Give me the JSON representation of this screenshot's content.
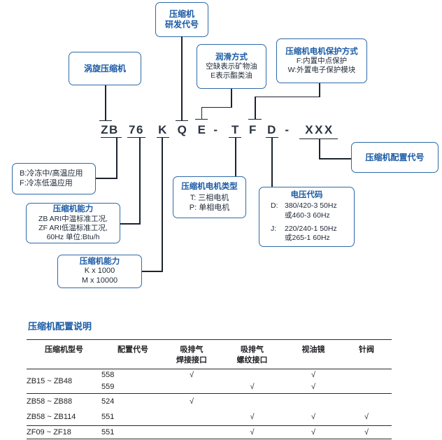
{
  "colors": {
    "box_border": "#2d6aa8",
    "title_blue": "#1b5ba5",
    "body_text": "#1e2836",
    "line": "#1c232e",
    "code_text": "#2b3442",
    "table_rule": "#2a2a2a",
    "table_text": "#1f1f23"
  },
  "diagram": {
    "code_parts": [
      "ZB",
      "76",
      "K",
      "Q",
      "E",
      "-",
      "T",
      "F",
      "D",
      "-",
      "XXX"
    ],
    "boxes": {
      "rnd": {
        "line1": "压缩机",
        "line2": "研发代号"
      },
      "scroll": {
        "title": "涡旋压缩机"
      },
      "lube": {
        "title": "润滑方式",
        "line1": "空缺表示矿物油",
        "line2": "E表示酯类油"
      },
      "protect": {
        "title": "压缩机电机保护方式",
        "line1": "F:内置中点保护",
        "line2": "W:外置电子保护模块"
      },
      "application": {
        "line1": "B:冷冻中/高温应用",
        "line2": "F:冷冻低温应用"
      },
      "capacity_btu": {
        "title": "压缩机能力",
        "line1": "ZB ARI中温标准工况,",
        "line2": "ZF ARI低温标准工况,",
        "line3": "60Hz 单位:Btu/h"
      },
      "capacity_mult": {
        "title": "压缩机能力",
        "line1": "K x 1000",
        "line2": "M x 10000"
      },
      "motor": {
        "title": "压缩机电机类型",
        "line1": "T: 三相电机",
        "line2": "P: 单相电机"
      },
      "voltage": {
        "title": "电压代码",
        "d_label": "D:",
        "d_line1": "380/420-3 50Hz",
        "d_line2": "或460-3 60Hz",
        "j_label": "J:",
        "j_line1": "220/240-1 50Hz",
        "j_line2": "或265-1 60Hz"
      },
      "config": {
        "title": "压缩机配置代号"
      }
    }
  },
  "table": {
    "title": "压缩机配置说明",
    "headers": {
      "model": "压缩机型号",
      "config_code": "配置代号",
      "welded": "吸排气\n焊接接口",
      "threaded": "吸排气\n螺纹接口",
      "sight_glass": "视油镜",
      "needle_valve": "针阀"
    },
    "rows": [
      {
        "model": "ZB15 ~ ZB48",
        "code": "558",
        "welded": "√",
        "threaded": "",
        "sight": "√",
        "needle": ""
      },
      {
        "model": "",
        "code": "559",
        "welded": "",
        "threaded": "√",
        "sight": "√",
        "needle": ""
      },
      {
        "model": "ZB58 ~ ZB88",
        "code": "524",
        "welded": "√",
        "threaded": "",
        "sight": "",
        "needle": ""
      },
      {
        "model": "ZB58 ~ ZB114",
        "code": "551",
        "welded": "",
        "threaded": "√",
        "sight": "√",
        "needle": "√"
      },
      {
        "model": "ZF09 ~ ZF18",
        "code": "551",
        "welded": "",
        "threaded": "√",
        "sight": "√",
        "needle": "√"
      }
    ]
  }
}
